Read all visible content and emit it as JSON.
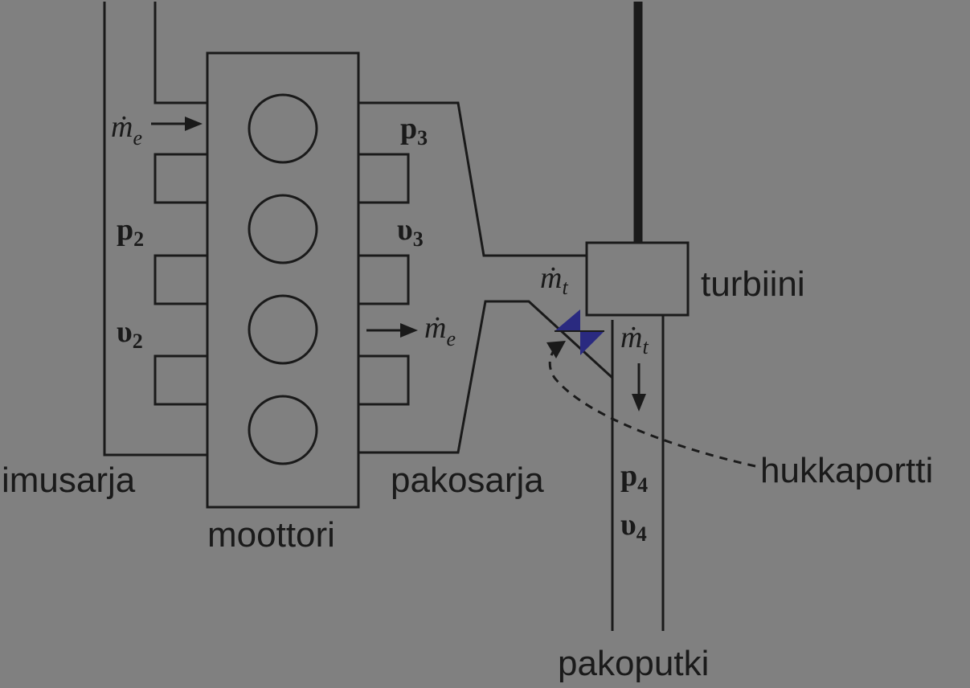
{
  "labels": {
    "imusarja": "imusarja",
    "moottori": "moottori",
    "pakosarja": "pakosarja",
    "turbiini": "turbiini",
    "hukkaportti": "hukkaportti",
    "pakoputki": "pakoputki"
  },
  "symbols": {
    "me_base": "ṁ",
    "me_sub": "e",
    "mt_base": "ṁ",
    "mt_sub": "t",
    "p": "p",
    "v": "υ",
    "idx2": "2",
    "idx3": "3",
    "idx4": "4"
  },
  "colors": {
    "background": "#808080",
    "lines": "#1a1a1a",
    "valve": "#2a2a80"
  }
}
